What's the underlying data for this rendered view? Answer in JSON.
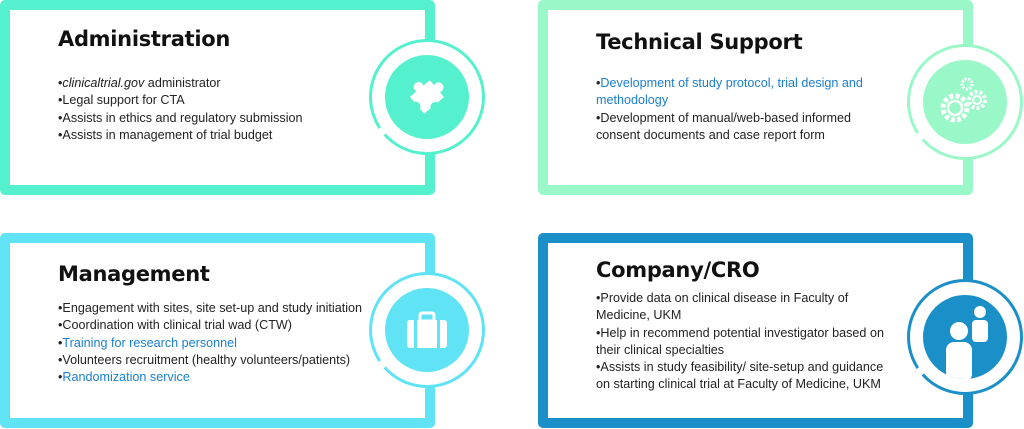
{
  "colors": {
    "administration": "#55f0cd",
    "technical": "#9af8c8",
    "management": "#5fe3f5",
    "company": "#1a8fc8",
    "link": "#1a7fcf"
  },
  "cards": [
    {
      "title": "Administration",
      "icon": "puzzle-icon",
      "items": [
        {
          "em": "clinicaltrial.gov",
          "text": " administrator"
        },
        {
          "text": "Legal support for CTA"
        },
        {
          "text": "Assists in ethics and regulatory submission"
        },
        {
          "text": "Assists in management of trial budget"
        }
      ]
    },
    {
      "title": "Technical Support",
      "icon": "gears-icon",
      "items": [
        {
          "text": "Development of study protocol, trial design and methodology",
          "link": true
        },
        {
          "text": "Development of manual/web-based informed consent documents and case report form"
        }
      ]
    },
    {
      "title": "Management",
      "icon": "briefcase-icon",
      "items": [
        {
          "text": "Engagement with sites, site set-up and study initiation"
        },
        {
          "text": "Coordination with clinical trial wad (CTW)"
        },
        {
          "text": "Training for research personnel",
          "link": true
        },
        {
          "text": "Volunteers recruitment (healthy volunteers/patients)"
        },
        {
          "text": "Randomization service",
          "link": true
        }
      ]
    },
    {
      "title": "Company/CRO",
      "icon": "people-icon",
      "items": [
        {
          "text": "Provide data on clinical disease in Faculty of Medicine, UKM"
        },
        {
          "text": "Help in recommend potential investigator based on their clinical specialties"
        },
        {
          "text": "Assists in study feasibility/ site-setup and guidance on starting clinical trial at Faculty of Medicine, UKM"
        }
      ]
    }
  ]
}
